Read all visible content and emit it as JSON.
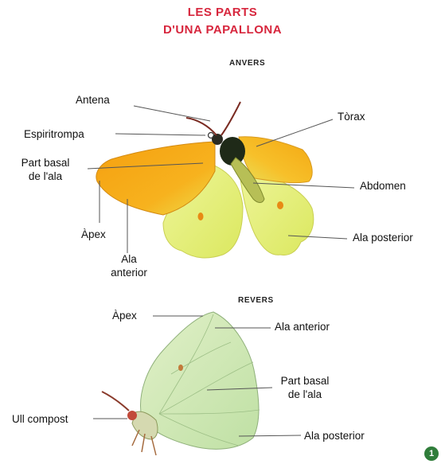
{
  "title": {
    "line1": "LES PARTS",
    "line2": "D'UNA PAPALLONA"
  },
  "top_view": {
    "heading": "ANVERS",
    "labels": {
      "antena": "Antena",
      "espiritrompa": "Espiritrompa",
      "part_basal_1": "Part basal",
      "part_basal_2": "de l'ala",
      "apex": "Àpex",
      "ala_anterior_1": "Ala",
      "ala_anterior_2": "anterior",
      "torax": "Tòrax",
      "abdomen": "Abdomen",
      "ala_posterior": "Ala posterior"
    }
  },
  "bottom_view": {
    "heading": "REVERS",
    "labels": {
      "apex": "Àpex",
      "ala_anterior": "Ala anterior",
      "part_basal_1": "Part basal",
      "part_basal_2": "de l'ala",
      "ull_compost": "Ull compost",
      "ala_posterior": "Ala posterior"
    }
  },
  "page_number": "1",
  "colors": {
    "title": "#d7263d",
    "forewing_orange": "#f39a12",
    "wing_yellow": "#e6f07a",
    "underside_green": "#cfe8b8",
    "page_badge": "#2f7d3a"
  }
}
